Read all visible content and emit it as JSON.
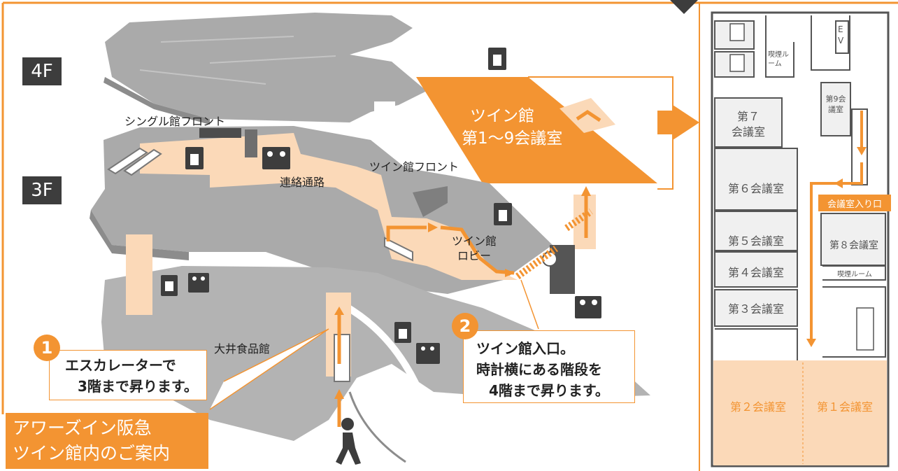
{
  "floors": {
    "upper": "4F",
    "lower": "3F"
  },
  "title": {
    "line1": "アワーズイン阪急",
    "line2": "ツイン館内のご案内"
  },
  "labels": {
    "single_front": "シングル館フロント",
    "twin_front": "ツイン館フロント",
    "corridor": "連絡通路",
    "twin_lobby_1": "ツイン館",
    "twin_lobby_2": "ロビー",
    "food_hall": "大井食品館",
    "twin_rooms_1": "ツイン館",
    "twin_rooms_2": "第1〜9会議室"
  },
  "step1": {
    "num": "1",
    "line1": "エスカレーターで",
    "line2": "3階まで昇ります。"
  },
  "step2": {
    "num": "2",
    "line1": "ツイン館入口。",
    "line2": "時計横にある階段を",
    "line3": "4階まで昇ります。"
  },
  "floorplan": {
    "ev": "EV",
    "smoking_1": "喫煙ルーム",
    "smoking_2": "喫煙ルーム",
    "room9": "第9会議室",
    "room7_1": "第７",
    "room7_2": "会議室",
    "room6": "第６会議室",
    "room5": "第５会議室",
    "room4": "第４会議室",
    "room3": "第３会議室",
    "room8": "第８会議室",
    "room2": "第２会議室",
    "room1": "第１会議室",
    "entrance": "会議室入り口"
  },
  "colors": {
    "accent": "#f39432",
    "floor": "#aeaeae",
    "floor_dark": "#8c8c8c",
    "path": "#fbd9b8",
    "plan_room": "#f0f0f0"
  }
}
